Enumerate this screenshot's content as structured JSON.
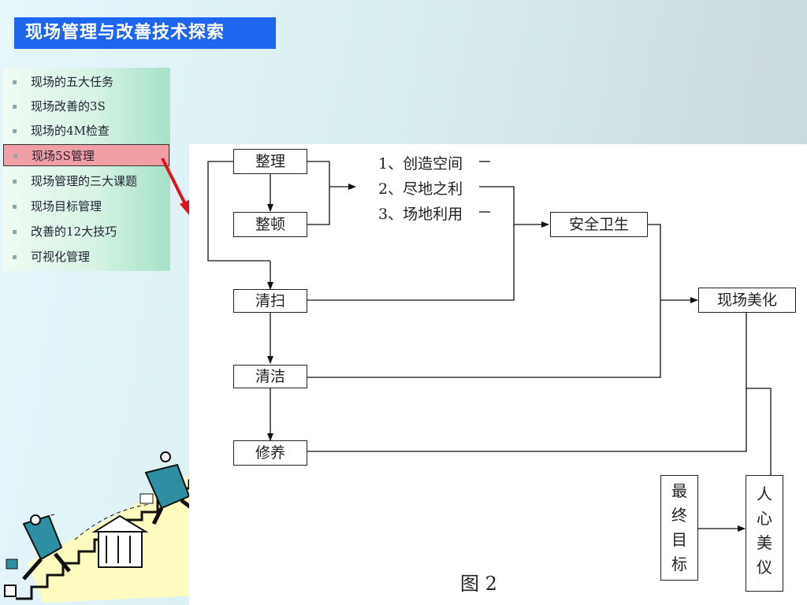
{
  "header": {
    "title": "现场管理与改善技术探索"
  },
  "nav": {
    "items": [
      {
        "label": "现场的五大任务"
      },
      {
        "label": "现场改善的3S"
      },
      {
        "label": "现场的4M检查"
      },
      {
        "label": "现场5S管理",
        "active": true
      },
      {
        "label": "现场管理的三大课题"
      },
      {
        "label": "现场目标管理"
      },
      {
        "label": "改善的12大技巧"
      },
      {
        "label": "可视化管理"
      }
    ]
  },
  "diagram": {
    "steps": [
      "整理",
      "整顿",
      "清扫",
      "清洁",
      "修养"
    ],
    "benefits": [
      "1、创造空间",
      "2、尽地之利",
      "3、场地利用"
    ],
    "safety": "安全卫生",
    "beauty": "现场美化",
    "final_goal": [
      "最",
      "终",
      "目",
      "标"
    ],
    "people": [
      "人",
      "心",
      "美",
      "仪"
    ],
    "caption": "图 2"
  },
  "colors": {
    "title_bg": "#1f66ee",
    "active_item": "#f0a0a4",
    "arrow": "#e0141e"
  }
}
